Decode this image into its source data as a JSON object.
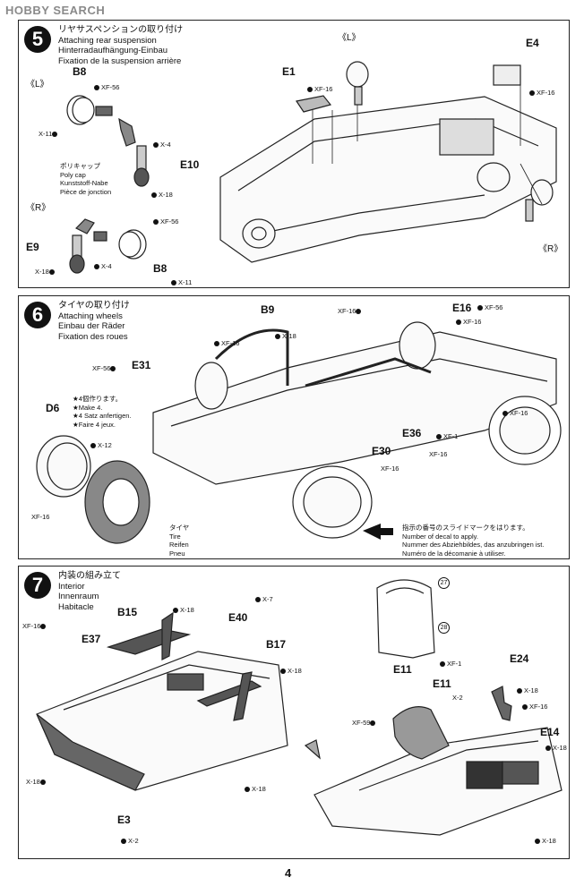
{
  "watermark": "HOBBY SEARCH",
  "page_number": "4",
  "steps": [
    {
      "num": "5",
      "title_jp": "リヤサスペンションの取り付け",
      "title_en": "Attaching rear suspension",
      "title_de": "Hinterradaufhängung-Einbau",
      "title_fr": "Fixation de la suspension arrière",
      "side_l": "《L》",
      "side_r": "《R》",
      "parts": {
        "b8a": "B8",
        "b8b": "B8",
        "e10": "E10",
        "e9": "E9",
        "e1": "E1",
        "e4": "E4"
      },
      "poly_cap": {
        "jp": "ポリキャップ",
        "en": "Poly cap",
        "de": "Kunststoff-Nabe",
        "fr": "Pièce de jonction"
      },
      "screws": {
        "xf56a": "XF-56",
        "x11a": "X-11",
        "x4a": "X-4",
        "x18a": "X-18",
        "xf56b": "XF-56",
        "x4b": "X-4",
        "x18b": "X-18",
        "x11b": "X-11",
        "xf16a": "XF-16",
        "xf16b": "XF-16"
      }
    },
    {
      "num": "6",
      "title_jp": "タイヤの取り付け",
      "title_en": "Attaching wheels",
      "title_de": "Einbau der Räder",
      "title_fr": "Fixation des roues",
      "parts": {
        "b9": "B9",
        "e31": "E31",
        "d6": "D6",
        "e16": "E16",
        "e30": "E30",
        "e36": "E36"
      },
      "make4": {
        "jp": "★4個作ります。",
        "en": "★Make 4.",
        "de": "★4 Satz anfertigen.",
        "fr": "★Faire 4 jeux."
      },
      "tire": {
        "jp": "タイヤ",
        "en": "Tire",
        "de": "Reifen",
        "fr": "Pneu"
      },
      "decal": {
        "jp": "指示の番号のスライドマークをはります。",
        "en": "Number of decal to apply.",
        "de": "Nummer des Abziehbildes, das anzubringen ist.",
        "fr": "Numéro de la décomanie à utiliser."
      },
      "screws": {
        "xf16a": "XF-16",
        "xf56a": "XF-56",
        "x18": "X-18",
        "x12": "X-12",
        "xf16b": "XF-16",
        "xf16c": "XF-16",
        "xf56b": "XF-56",
        "xf16d": "XF-16",
        "xf16e": "XF-16",
        "xf1": "XF-1",
        "xf16f": "XF-16",
        "xf16g": "XF-16"
      }
    },
    {
      "num": "7",
      "title_jp": "内装の組み立て",
      "title_en": "Interior",
      "title_de": "Innenraum",
      "title_fr": "Habitacle",
      "parts": {
        "b15": "B15",
        "e40": "E40",
        "b17": "B17",
        "e37": "E37",
        "e3": "E3",
        "e11a": "E11",
        "e11b": "E11",
        "e24": "E24",
        "e14": "E14"
      },
      "decals": {
        "d27": "27",
        "d28": "28"
      },
      "screws": {
        "x18a": "X-18",
        "x7": "X-7",
        "xf16a": "XF-16",
        "x18b": "X-18",
        "x18c": "X-18",
        "x18d": "X-18",
        "x2a": "X-2",
        "xf1": "XF-1",
        "x2b": "X-2",
        "x18e": "X-18",
        "xf16b": "XF-16",
        "xf59": "XF-59",
        "x18f": "X-18",
        "x18g": "X-18"
      }
    }
  ]
}
